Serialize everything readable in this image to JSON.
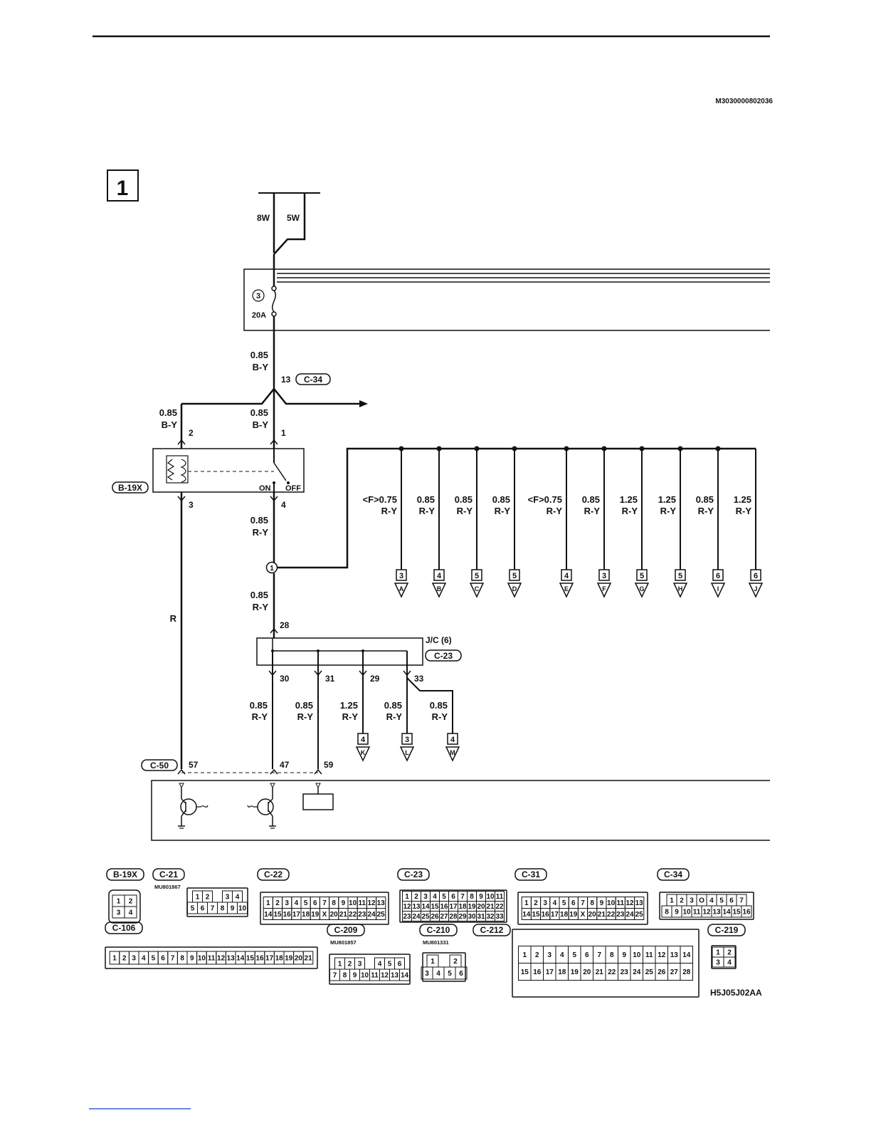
{
  "page": {
    "doc_code": "M3030000802036",
    "section_number": "1",
    "figure_code": "H5J05J02AA"
  },
  "feeds": {
    "left": "8W",
    "right": "5W"
  },
  "fuse": {
    "number": "3",
    "rating": "20A"
  },
  "wires": {
    "main_top": [
      "0.85",
      "B-Y"
    ],
    "relay_left": [
      "0.85",
      "B-Y"
    ],
    "relay_right": [
      "0.85",
      "B-Y"
    ],
    "relay_out": [
      "0.85",
      "R-Y"
    ],
    "jc_in": [
      "0.85",
      "R-Y"
    ],
    "r_wire": "R"
  },
  "connectors": {
    "c34": {
      "code": "C-34",
      "pin": "13"
    },
    "b19x": {
      "code": "B-19X",
      "pins": [
        "2",
        "1",
        "3",
        "4"
      ],
      "on": "ON",
      "off": "OFF"
    },
    "splice": "1",
    "jc": {
      "name": "J/C (6)",
      "code": "C-23",
      "in_pin": "28",
      "out_pins": [
        "30",
        "31",
        "29",
        "33"
      ]
    },
    "c50": {
      "code": "C-50",
      "pins": [
        "57",
        "47",
        "59"
      ]
    }
  },
  "branches": [
    {
      "size": "<F>0.75",
      "color": "R-Y",
      "page": "3",
      "letter": "A"
    },
    {
      "size": "0.85",
      "color": "R-Y",
      "page": "4",
      "letter": "B"
    },
    {
      "size": "0.85",
      "color": "R-Y",
      "page": "5",
      "letter": "C"
    },
    {
      "size": "0.85",
      "color": "R-Y",
      "page": "5",
      "letter": "D"
    },
    {
      "size": "<F>0.75",
      "color": "R-Y",
      "page": "4",
      "letter": "E"
    },
    {
      "size": "0.85",
      "color": "R-Y",
      "page": "3",
      "letter": "F"
    },
    {
      "size": "1.25",
      "color": "R-Y",
      "page": "5",
      "letter": "G"
    },
    {
      "size": "1.25",
      "color": "R-Y",
      "page": "5",
      "letter": "H"
    },
    {
      "size": "0.85",
      "color": "R-Y",
      "page": "6",
      "letter": "I"
    },
    {
      "size": "1.25",
      "color": "R-Y",
      "page": "6",
      "letter": "J"
    }
  ],
  "jc_outputs": [
    {
      "size": "0.85",
      "color": "R-Y"
    },
    {
      "size": "0.85",
      "color": "R-Y"
    },
    {
      "size": "1.25",
      "color": "R-Y",
      "page": "4",
      "letter": "K"
    },
    {
      "size": "0.85",
      "color": "R-Y",
      "page": "3",
      "letter": "L"
    },
    {
      "size": "0.85",
      "color": "R-Y",
      "page": "4",
      "letter": "M"
    }
  ],
  "connector_views": [
    {
      "code": "B-19X",
      "part": "",
      "rows": [
        [
          "1",
          "2"
        ],
        [
          "3",
          "4"
        ]
      ]
    },
    {
      "code": "C-21",
      "part": "MU801867",
      "rows": [
        [
          "1",
          "2",
          "",
          "3",
          "4"
        ],
        [
          "5",
          "6",
          "7",
          "8",
          "9",
          "10"
        ]
      ]
    },
    {
      "code": "C-22",
      "part": "",
      "rows": [
        [
          "1",
          "2",
          "3",
          "4",
          "5",
          "6",
          "7",
          "8",
          "9",
          "10",
          "11",
          "12",
          "13"
        ],
        [
          "14",
          "15",
          "16",
          "17",
          "18",
          "19",
          "X",
          "20",
          "21",
          "22",
          "23",
          "24",
          "25"
        ]
      ]
    },
    {
      "code": "C-23",
      "part": "",
      "rows": [
        [
          "1",
          "2",
          "3",
          "4",
          "5",
          "6",
          "7",
          "8",
          "9",
          "10",
          "11"
        ],
        [
          "12",
          "13",
          "14",
          "15",
          "16",
          "17",
          "18",
          "19",
          "20",
          "21",
          "22"
        ],
        [
          "23",
          "24",
          "25",
          "26",
          "27",
          "28",
          "29",
          "30",
          "31",
          "32",
          "33"
        ]
      ]
    },
    {
      "code": "C-31",
      "part": "",
      "rows": [
        [
          "1",
          "2",
          "3",
          "4",
          "5",
          "6",
          "7",
          "8",
          "9",
          "10",
          "11",
          "12",
          "13"
        ],
        [
          "14",
          "15",
          "16",
          "17",
          "18",
          "19",
          "X",
          "20",
          "21",
          "22",
          "23",
          "24",
          "25"
        ]
      ]
    },
    {
      "code": "C-34",
      "part": "",
      "rows": [
        [
          "1",
          "2",
          "3",
          "O",
          "4",
          "5",
          "6",
          "7"
        ],
        [
          "8",
          "9",
          "10",
          "11",
          "12",
          "13",
          "14",
          "15",
          "16"
        ]
      ]
    },
    {
      "code": "C-106",
      "part": "",
      "rows": [
        [
          "1",
          "2",
          "3",
          "4",
          "5",
          "6",
          "7",
          "8",
          "9",
          "10",
          "11",
          "12",
          "13",
          "14",
          "15",
          "16",
          "17",
          "18",
          "19",
          "20",
          "21"
        ]
      ]
    },
    {
      "code": "C-209",
      "part": "MU801857",
      "rows": [
        [
          "1",
          "2",
          "3",
          "",
          "4",
          "5",
          "6"
        ],
        [
          "7",
          "8",
          "9",
          "10",
          "11",
          "12",
          "13",
          "14"
        ]
      ]
    },
    {
      "code": "C-210",
      "part": "MU801331",
      "rows": [
        [
          "1",
          "",
          "2"
        ],
        [
          "3",
          "4",
          "5",
          "6"
        ]
      ]
    },
    {
      "code": "C-212",
      "part": "",
      "rows": [
        [
          "1",
          "2",
          "3",
          "4",
          "5",
          "6",
          "7",
          "8",
          "9",
          "10",
          "11",
          "12",
          "13",
          "14"
        ],
        [
          "15",
          "16",
          "17",
          "18",
          "19",
          "20",
          "21",
          "22",
          "23",
          "24",
          "25",
          "26",
          "27",
          "28"
        ]
      ]
    },
    {
      "code": "C-219",
      "part": "",
      "rows": [
        [
          "1",
          "2"
        ],
        [
          "3",
          "4"
        ]
      ]
    }
  ]
}
